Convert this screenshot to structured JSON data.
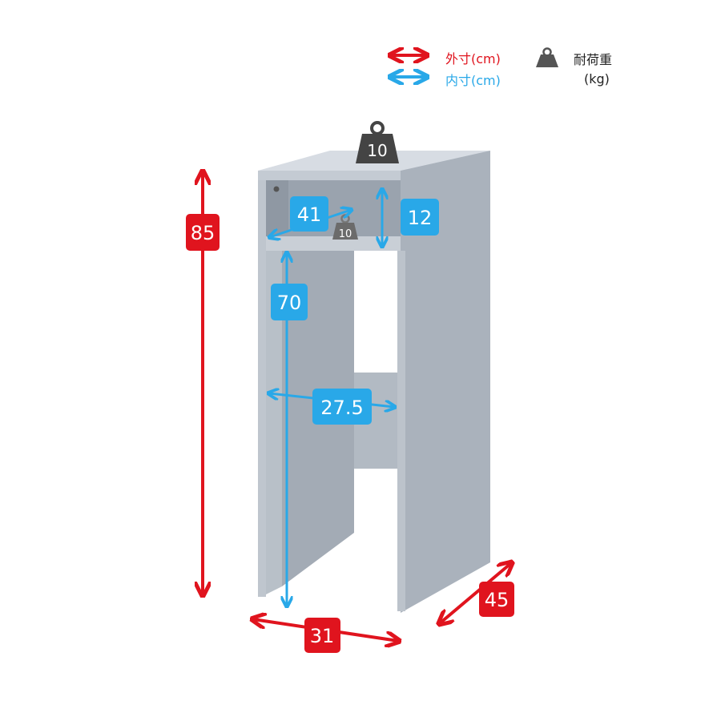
{
  "legend": {
    "outer_label": "外寸(cm)",
    "inner_label": "内寸(cm)",
    "load_label": "耐荷重",
    "load_unit": "(kg)"
  },
  "load": {
    "top": "10",
    "shelf": "10"
  },
  "outer": {
    "height": "85",
    "width": "31",
    "depth": "45"
  },
  "inner": {
    "shelf_width": "41",
    "shelf_height": "12",
    "lower_height": "70",
    "lower_width": "27.5"
  },
  "colors": {
    "outer": "#e0141e",
    "inner": "#29a8e8",
    "body": "#a7afb9",
    "top": "#d7dce3",
    "weight": "#555555"
  }
}
